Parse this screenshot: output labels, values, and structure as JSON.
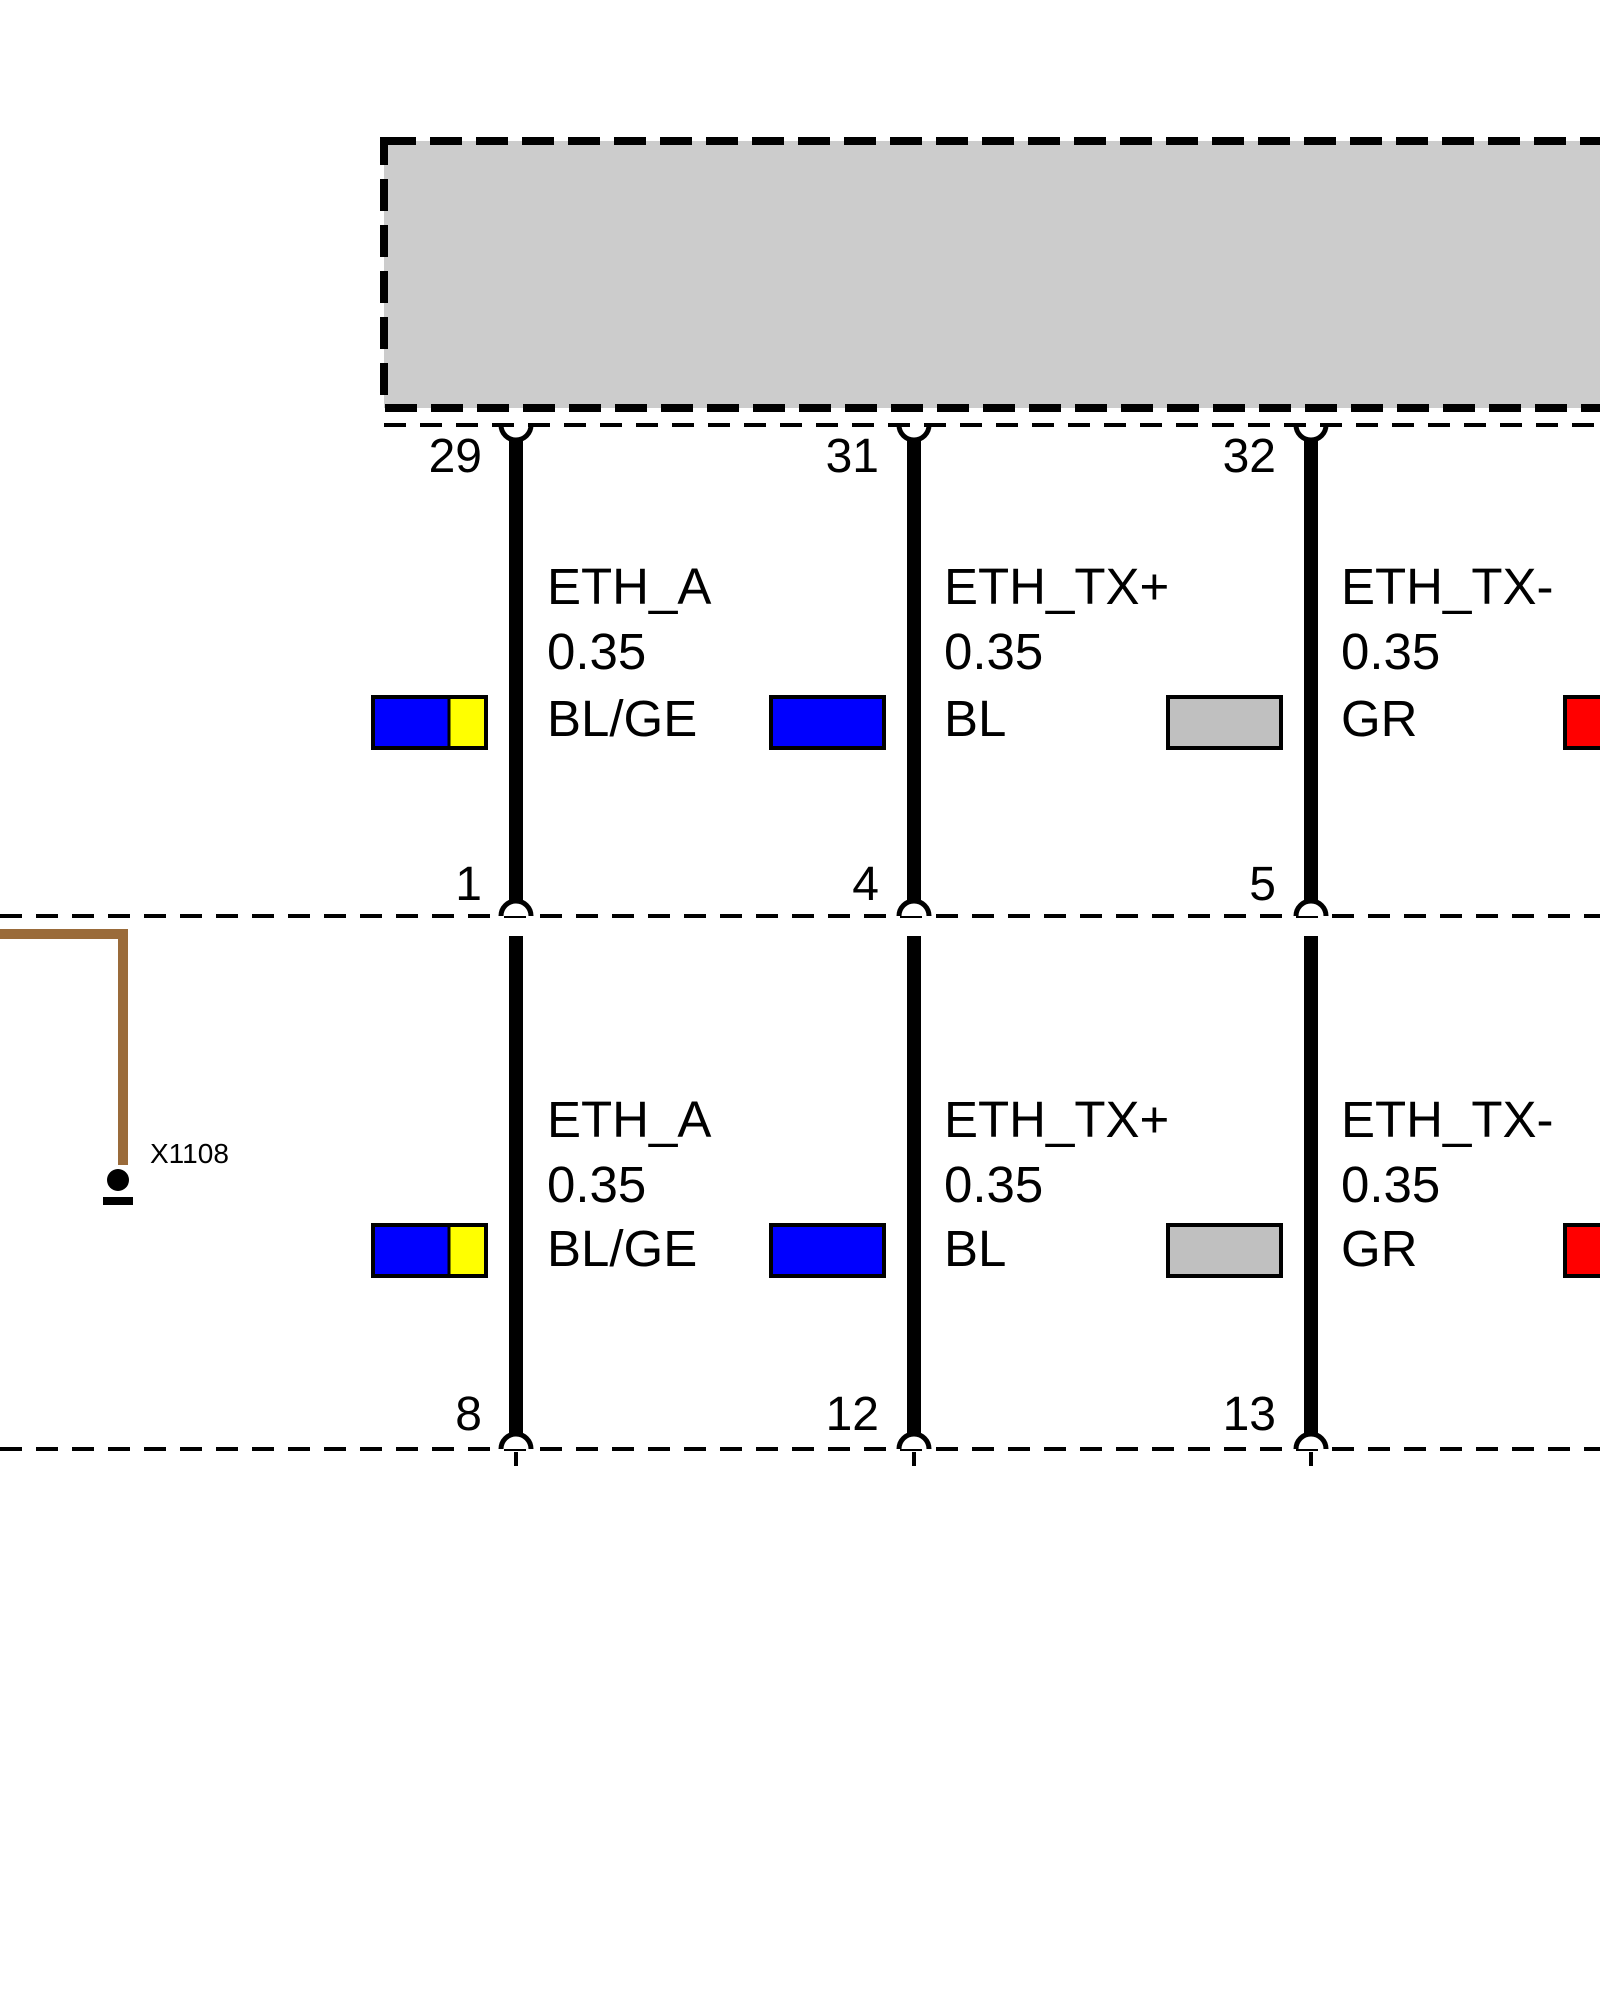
{
  "ground": {
    "label": "X1108",
    "wire_color": "#9a6b3a"
  },
  "module": {
    "fill": "#cccccc"
  },
  "wires": [
    {
      "id": "eth-a",
      "signal": "ETH_A",
      "gauge": "0.35",
      "color_code": "BL/GE",
      "colors": [
        "#0000ff",
        "#ffff00"
      ],
      "pins": {
        "module": "29",
        "connector_top": "1",
        "connector_bottom": "8"
      }
    },
    {
      "id": "eth-tx-plus",
      "signal": "ETH_TX+",
      "gauge": "0.35",
      "color_code": "BL",
      "colors": [
        "#0000ff"
      ],
      "pins": {
        "module": "31",
        "connector_top": "4",
        "connector_bottom": "12"
      }
    },
    {
      "id": "eth-tx-minus",
      "signal": "ETH_TX-",
      "gauge": "0.35",
      "color_code": "GR",
      "colors": [
        "#c0c0c0"
      ],
      "pins": {
        "module": "32",
        "connector_top": "5",
        "connector_bottom": "13"
      }
    },
    {
      "id": "partial-red",
      "colors": [
        "#ff0000"
      ]
    }
  ]
}
